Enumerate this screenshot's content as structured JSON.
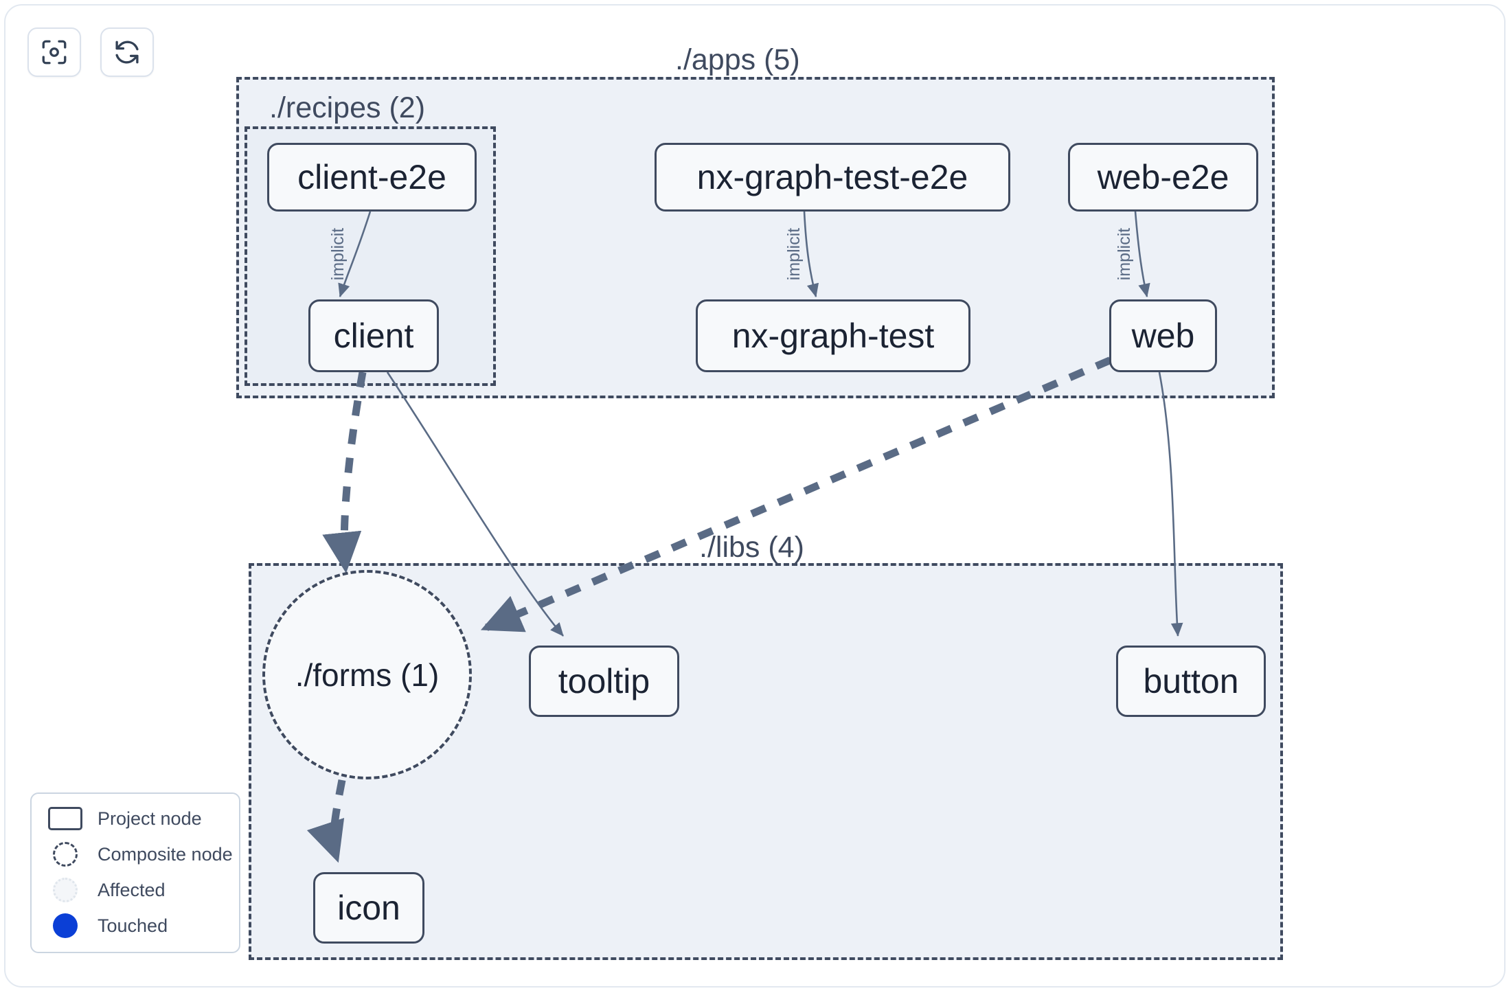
{
  "toolbar": {
    "buttons": [
      {
        "name": "focus-target-icon",
        "label": "Focus graph"
      },
      {
        "name": "refresh-icon",
        "label": "Refresh graph"
      }
    ]
  },
  "graph": {
    "groups": [
      {
        "id": "apps",
        "label": "./apps (5)",
        "count": 5
      },
      {
        "id": "recipes",
        "label": "./recipes (2)",
        "count": 2
      },
      {
        "id": "libs",
        "label": "./libs (4)",
        "count": 4
      }
    ],
    "nodes": [
      {
        "id": "client-e2e",
        "label": "client-e2e",
        "type": "project",
        "group": "recipes"
      },
      {
        "id": "client",
        "label": "client",
        "type": "project",
        "group": "recipes"
      },
      {
        "id": "nx-graph-test-e2e",
        "label": "nx-graph-test-e2e",
        "type": "project",
        "group": "apps"
      },
      {
        "id": "nx-graph-test",
        "label": "nx-graph-test",
        "type": "project",
        "group": "apps"
      },
      {
        "id": "web-e2e",
        "label": "web-e2e",
        "type": "project",
        "group": "apps"
      },
      {
        "id": "web",
        "label": "web",
        "type": "project",
        "group": "apps"
      },
      {
        "id": "forms",
        "label": "./forms (1)",
        "type": "composite",
        "group": "libs"
      },
      {
        "id": "tooltip",
        "label": "tooltip",
        "type": "project",
        "group": "libs"
      },
      {
        "id": "button",
        "label": "button",
        "type": "project",
        "group": "libs"
      },
      {
        "id": "icon",
        "label": "icon",
        "type": "project",
        "group": "libs"
      }
    ],
    "edges": [
      {
        "from": "client-e2e",
        "to": "client",
        "label": "implicit",
        "style": "solid"
      },
      {
        "from": "nx-graph-test-e2e",
        "to": "nx-graph-test",
        "label": "implicit",
        "style": "solid"
      },
      {
        "from": "web-e2e",
        "to": "web",
        "label": "implicit",
        "style": "solid"
      },
      {
        "from": "client",
        "to": "forms",
        "label": "",
        "style": "dashed"
      },
      {
        "from": "client",
        "to": "tooltip",
        "label": "",
        "style": "solid"
      },
      {
        "from": "web",
        "to": "forms",
        "label": "",
        "style": "dashed"
      },
      {
        "from": "web",
        "to": "button",
        "label": "",
        "style": "solid"
      },
      {
        "from": "forms",
        "to": "icon",
        "label": "",
        "style": "dashed"
      }
    ]
  },
  "legend": {
    "items": [
      {
        "glyph": "project-node-glyph",
        "label": "Project node"
      },
      {
        "glyph": "composite-node-glyph",
        "label": "Composite node"
      },
      {
        "glyph": "affected-node-glyph",
        "label": "Affected"
      },
      {
        "glyph": "touched-node-glyph",
        "label": "Touched"
      }
    ]
  },
  "colors": {
    "node_border": "#3f4a5f",
    "node_fill": "#f7f9fb",
    "group_fill": "#edf1f7",
    "edge": "#5a6b85",
    "touched": "#0b3fd6",
    "text": "#1b2333"
  }
}
